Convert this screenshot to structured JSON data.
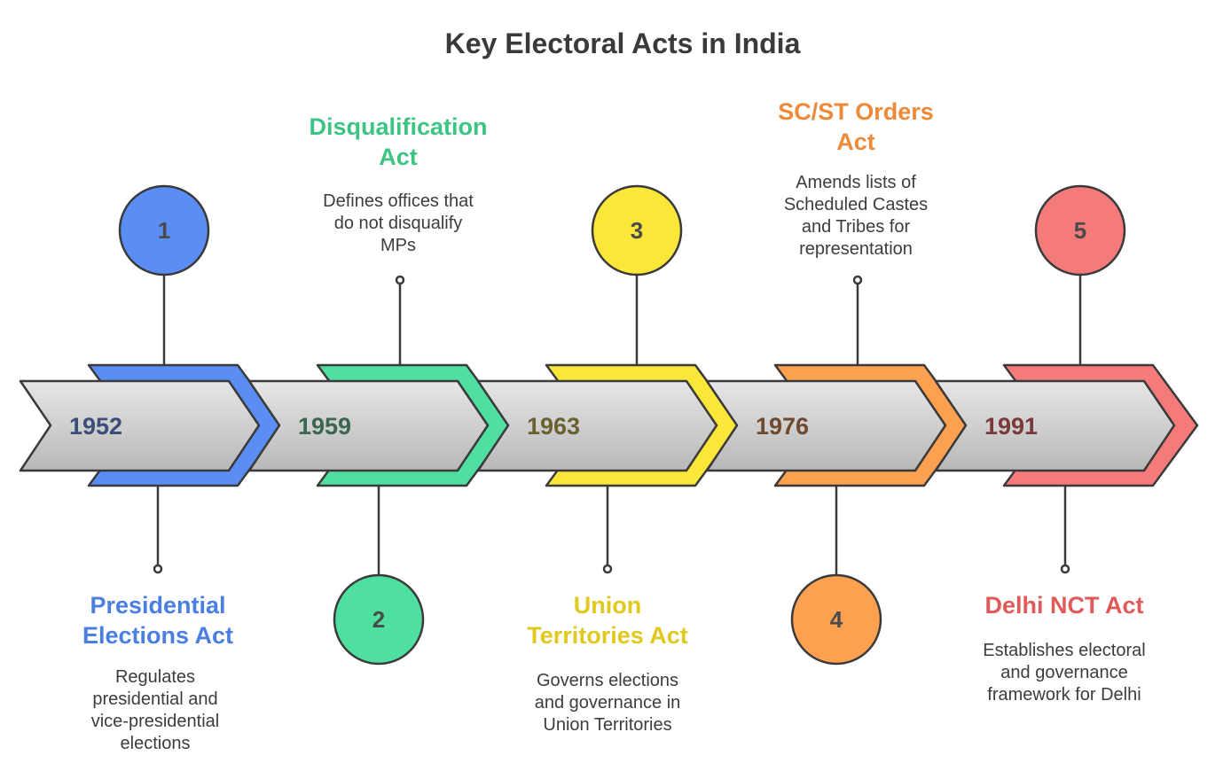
{
  "title": "Key Electoral Acts in India",
  "items": [
    {
      "number": "1",
      "year": "1952",
      "name_lines": [
        "Presidential",
        "Elections Act"
      ],
      "desc_lines": [
        "Regulates",
        "presidential and",
        "vice-presidential",
        "elections"
      ],
      "color": "#5b8ef5",
      "color_dark": "#3f6fd9",
      "text_color": "#4a7fe0",
      "year_color": "#3b4e7a",
      "circle_position": "top",
      "text_position": "bottom"
    },
    {
      "number": "2",
      "year": "1959",
      "name_lines": [
        "Disqualification",
        "Act"
      ],
      "desc_lines": [
        "Defines offices that",
        "do not disqualify",
        "MPs"
      ],
      "color": "#4fe0a0",
      "color_dark": "#2fbf7a",
      "text_color": "#3cc483",
      "year_color": "#3b6650",
      "circle_position": "bottom",
      "text_position": "top"
    },
    {
      "number": "3",
      "year": "1963",
      "name_lines": [
        "Union",
        "Territories Act"
      ],
      "desc_lines": [
        "Governs elections",
        "and governance in",
        "Union Territories"
      ],
      "color": "#fbe63a",
      "color_dark": "#e6c800",
      "text_color": "#e0c81e",
      "year_color": "#6a6030",
      "circle_position": "top",
      "text_position": "bottom"
    },
    {
      "number": "4",
      "year": "1976",
      "name_lines": [
        "SC/ST Orders",
        "Act"
      ],
      "desc_lines": [
        "Amends lists of",
        "Scheduled Castes",
        "and Tribes for",
        "representation"
      ],
      "color": "#fda050",
      "color_dark": "#ee7e24",
      "text_color": "#ec8a3a",
      "year_color": "#6e4a30",
      "circle_position": "bottom",
      "text_position": "top"
    },
    {
      "number": "5",
      "year": "1991",
      "name_lines": [
        "Delhi NCT Act"
      ],
      "desc_lines": [
        "Establishes electoral",
        "and governance",
        "framework for Delhi"
      ],
      "color": "#f57b7b",
      "color_dark": "#e05252",
      "text_color": "#e05a5a",
      "year_color": "#7a3a3a",
      "circle_position": "top",
      "text_position": "bottom"
    }
  ]
}
